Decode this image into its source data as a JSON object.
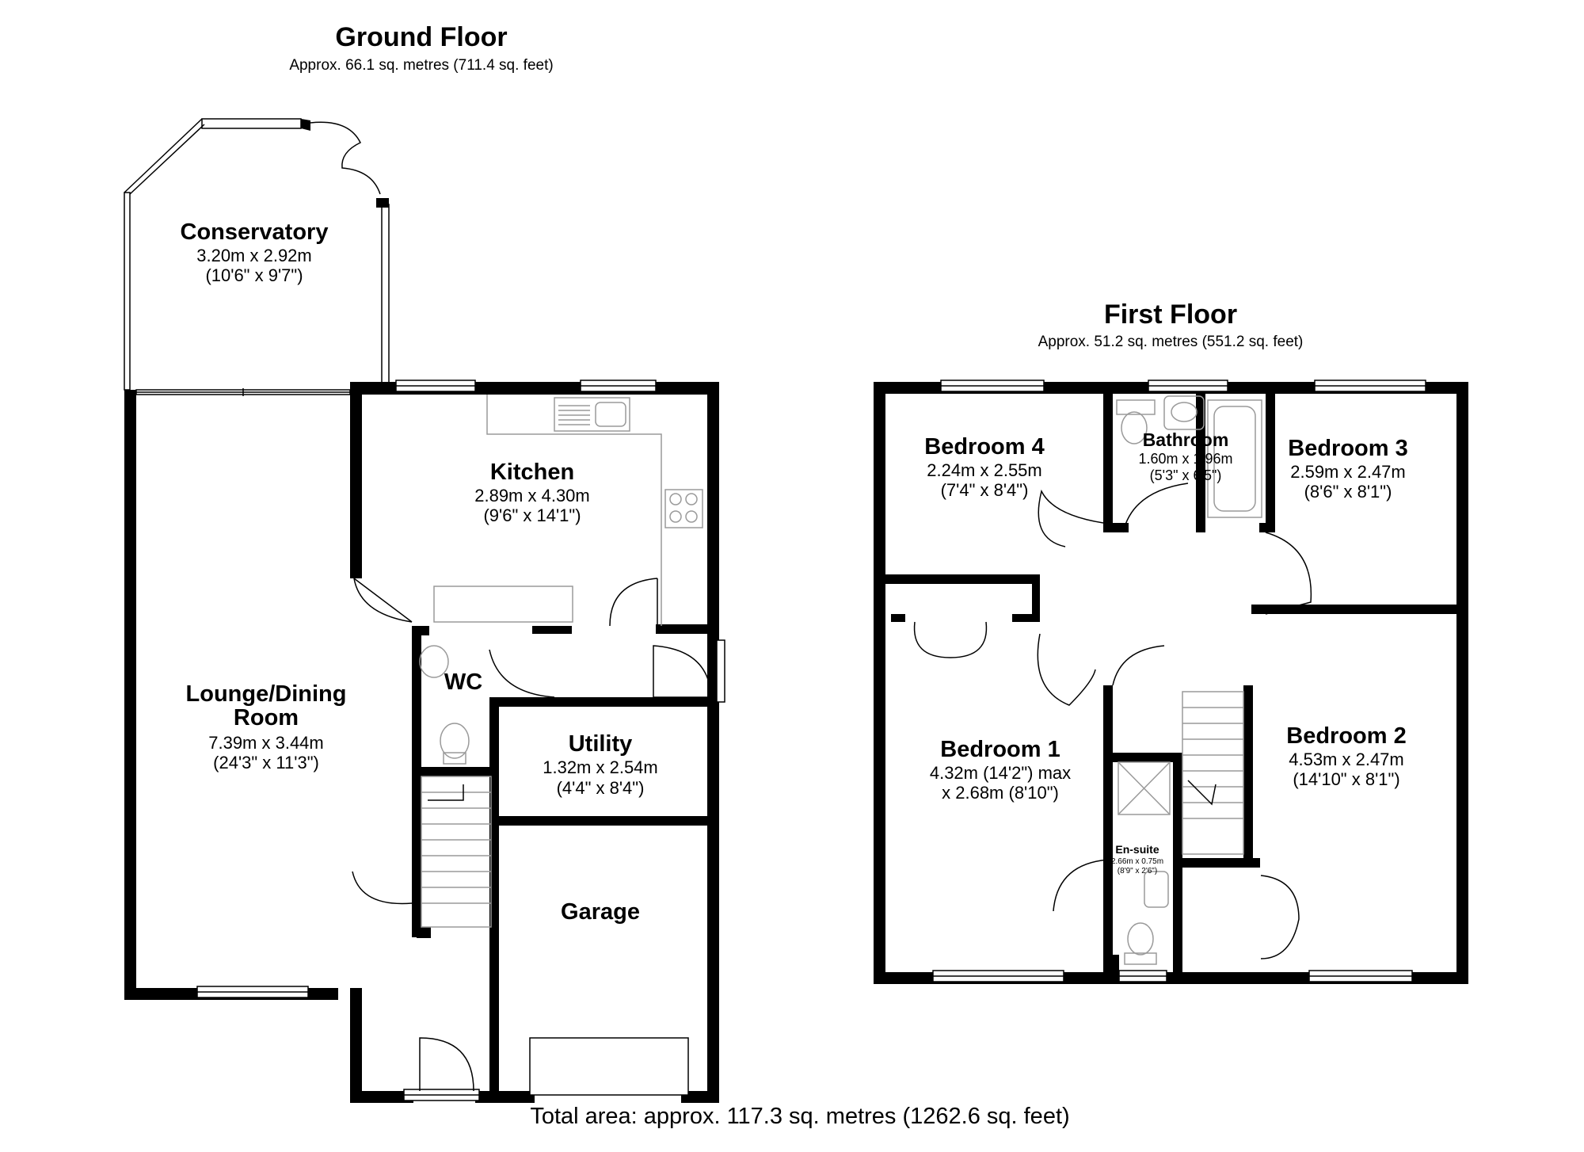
{
  "ground_floor": {
    "title": "Ground Floor",
    "area": "Approx. 66.1 sq. metres (711.4 sq. feet)",
    "rooms": {
      "conservatory": {
        "name": "Conservatory",
        "dim_m": "3.20m x 2.92m",
        "dim_ft": "(10'6\" x 9'7\")"
      },
      "kitchen": {
        "name": "Kitchen",
        "dim_m": "2.89m x 4.30m",
        "dim_ft": "(9'6\" x 14'1\")"
      },
      "lounge": {
        "name_line1": "Lounge/Dining",
        "name_line2": "Room",
        "dim_m": "7.39m x 3.44m",
        "dim_ft": "(24'3\" x 11'3\")"
      },
      "wc": {
        "name": "WC"
      },
      "utility": {
        "name": "Utility",
        "dim_m": "1.32m x 2.54m",
        "dim_ft": "(4'4\" x 8'4\")"
      },
      "garage": {
        "name": "Garage"
      }
    }
  },
  "first_floor": {
    "title": "First Floor",
    "area": "Approx. 51.2 sq. metres (551.2 sq. feet)",
    "rooms": {
      "bedroom4": {
        "name": "Bedroom 4",
        "dim_m": "2.24m x 2.55m",
        "dim_ft": "(7'4\" x 8'4\")"
      },
      "bathroom": {
        "name": "Bathroom",
        "dim_m": "1.60m x 1.96m",
        "dim_ft": "(5'3\" x 6'5\")"
      },
      "bedroom3": {
        "name": "Bedroom 3",
        "dim_m": "2.59m x 2.47m",
        "dim_ft": "(8'6\" x 8'1\")"
      },
      "bedroom1": {
        "name": "Bedroom 1",
        "dim_line1": "4.32m (14'2\") max",
        "dim_line2": "x 2.68m (8'10\")"
      },
      "bedroom2": {
        "name": "Bedroom 2",
        "dim_m": "4.53m x 2.47m",
        "dim_ft": "(14'10\" x 8'1\")"
      },
      "ensuite": {
        "name": "En-suite",
        "dim_m": "2.66m x 0.75m",
        "dim_ft": "(8'9\" x 2'6\")"
      }
    }
  },
  "total_area": "Total area: approx. 117.3 sq. metres (1262.6 sq. feet)",
  "colors": {
    "wall": "#000000",
    "fixture": "#9a9a9a",
    "background": "#ffffff"
  }
}
